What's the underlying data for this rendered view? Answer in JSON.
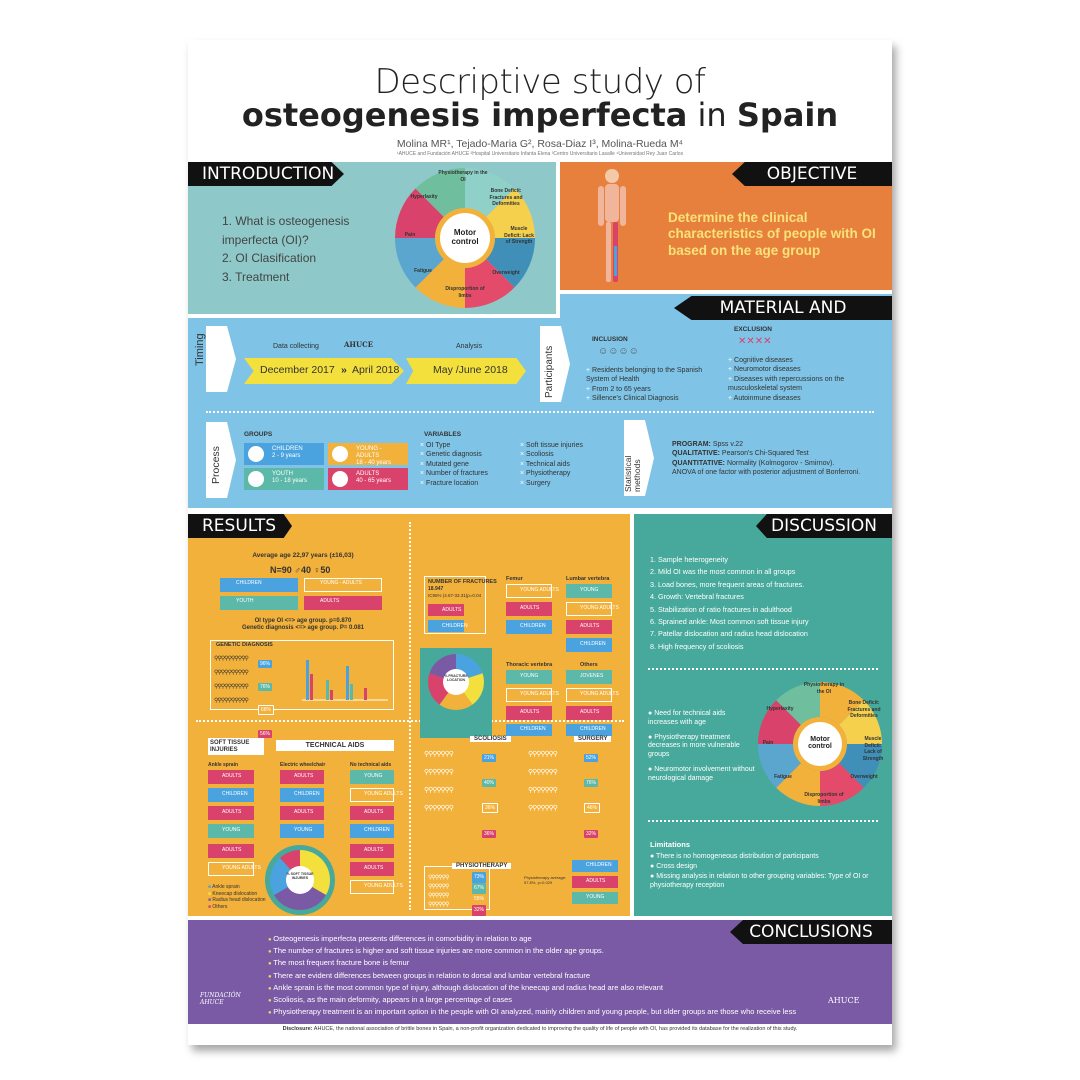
{
  "title": {
    "line1": "Descriptive study of",
    "line2_bold": "osteogenesis imperfecta",
    "line2_mid": " in ",
    "line2_end": "Spain"
  },
  "authors": "Molina MR¹, Tejado-Maria G², Rosa-Diaz I³, Molina-Rueda M⁴",
  "affiliations": "¹AHUCE and Fundación AHUCE ²Hospital Universitario Infanta Elena ³Centro Universitario Lasalle ⁴Universidad Rey Juan Carlos",
  "introduction": {
    "heading": "INTRODUCTION",
    "items": [
      "1. What is osteogenesis imperfecta (OI)?",
      "2. OI Clasification",
      "3. Treatment"
    ],
    "wheel_center": "Motor control",
    "wheel_labels": [
      "Physiotherapy in the OI",
      "Bone Deficit: Fractures and Deformities",
      "Muscle Deficit: Lack of Strength",
      "Overweight",
      "Disproportion of limbs",
      "Fatigue",
      "Pain",
      "Hyperlaxity"
    ]
  },
  "objective": {
    "heading": "OBJECTIVE",
    "text": "Determine the clinical characteristics of people with OI based on the age group"
  },
  "methods": {
    "heading": "MATERIAL AND METHODS",
    "timing_label": "Timing",
    "data_collecting": "Data collecting",
    "analysis": "Analysis",
    "period1": "December 2017",
    "period2": "April 2018",
    "period3": "May /June  2018",
    "participants_label": "Participants",
    "inclusion_title": "INCLUSION",
    "inclusion": [
      "Residents belonging to the Spanish System of Health",
      "From 2 to 65 years",
      "Sillence's Clinical Diagnosis"
    ],
    "exclusion_title": "EXCLUSION",
    "exclusion": [
      "Cognitive diseases",
      "Neuromotor diseases",
      "Diseases with repercussions on the musculoskeletal system",
      "Autoinmune diseases"
    ],
    "process_label": "Process",
    "groups_title": "GROUPS",
    "groups": [
      {
        "name": "CHILDREN",
        "range": "2 - 9 years",
        "color": "#4aa3df"
      },
      {
        "name": "YOUNG - ADULTS",
        "range": "18 - 40 years",
        "color": "#f2b13b"
      },
      {
        "name": "YOUTH",
        "range": "10 - 18 years",
        "color": "#5cb8a8"
      },
      {
        "name": "ADULTS",
        "range": "40 - 65 years",
        "color": "#d9426b"
      }
    ],
    "variables_title": "VARIABLES",
    "variables_col1": [
      "OI Type",
      "Genetic diagnosis",
      "Mutated gene",
      "Number of fractures",
      "Fracture location"
    ],
    "variables_col2": [
      "Soft tissue injuries",
      "Scoliosis",
      "Technical aids",
      "Physiotherapy",
      "Surgery"
    ],
    "stat_label": "Statistical methods",
    "program_label": "PROGRAM:",
    "program": "Spss v.22",
    "qualitative_label": "QUALITATIVE:",
    "qualitative": "Pearson's Chi-Squared Test",
    "quantitative_label": "QUANTITATIVE:",
    "quantitative": "Normality (Kolmogorov - Smirnov).",
    "anova": "ANOVA of one factor with posterior adjustment of Bonferroni."
  },
  "results": {
    "heading": "RESULTS",
    "avg_age": "Average age 22,97 years (±16,03)",
    "n_line": "N=90",
    "male": "40",
    "female": "50",
    "oi_type": "OI type OI <=> age group. p=0.870",
    "genetic": "Genetic diagnosis <=> age group. P= 0.081",
    "genetic_title": "GENETIC DIAGNOSIS",
    "genetic_pcts": [
      "96%",
      "76%",
      "68%",
      "56%"
    ],
    "fractures_title": "NUMBER OF FRACTURES",
    "fractures_value": "18.947",
    "fractures_ci": "IC95% (4.67-33.31)p=0.04",
    "femur": "Femur",
    "lumbar": "Lumbar vertebra",
    "thoracic": "Thoracic vertebra",
    "others": "Others",
    "fracture_location": "% FRACTURE LOCATION",
    "soft_title": "SOFT TISSUE INJURIES",
    "ankle": "Ankle sprain",
    "tech_title": "TECHNICAL AIDS",
    "electric": "Electric wheelchair",
    "no_tech": "No technical aids",
    "soft_pie": "% SOFT TISSUE INJURIES",
    "soft_legend": [
      "Ankle sprain",
      "Kneecap dislocation",
      "Radius head dislocation",
      "Others"
    ],
    "scoliosis_title": "SCOLIOSIS",
    "scoliosis_pcts": [
      "21%",
      "40%",
      "36%",
      "36%"
    ],
    "surgery_title": "SURGERY",
    "surgery_pcts": [
      "52%",
      "76%",
      "46%",
      "32%"
    ],
    "physio_title": "PHYSIOTHERAPY",
    "physio_pcts": [
      "73%",
      "67%",
      "55%",
      "32%"
    ],
    "physio_avg": "Physiotherapy average: 57.8%, p=0.029",
    "labels": {
      "adults": "ADULTS",
      "children": "CHILDREN",
      "young": "YOUNG",
      "young_adults": "YOUNG ADULTS",
      "jovenes": "JOVENES"
    }
  },
  "discussion": {
    "heading": "DISCUSSION",
    "items": [
      "1. Sample heterogeneity",
      "2. Mild OI was the most common in all groups",
      "3. Load bones, more frequent areas of fractures.",
      "4. Growth: Vertebral fractures",
      "5. Stabilization of ratio fractures in adulthood",
      "6. Sprained ankle: Most common soft tissue injury",
      "7. Patellar dislocation and radius head dislocation",
      "8. High frequency of scoliosis"
    ],
    "notes": [
      "Need for technical aids increases with age",
      "Physiotherapy treatment decreases in more vulnerable groups",
      "Neuromotor involvement without neurological damage"
    ],
    "limitations_title": "Limitations",
    "limitations": [
      "There is no homogeneous distribution of participants",
      "Cross design",
      "Missing analysis in relation to other grouping variables: Type of OI or physiotherapy reception"
    ]
  },
  "conclusions": {
    "heading": "CONCLUSIONS",
    "items": [
      "Osteogenesis imperfecta presents differences in comorbidity in relation to age",
      "The number of fractures is higher and soft tissue injuries are more common in the older age groups.",
      "The most frequent fracture bone is femur",
      "There are evident differences between groups in relation to dorsal and lumbar vertebral fracture",
      "Ankle sprain is the most common type of injury, although dislocation of the kneecap and radius head are also relevant",
      "Scoliosis, as the main deformity, appears in a large percentage of cases",
      "Physiotherapy treatment is an important option in the people with OI analyzed, mainly children and young people, but older groups are those who receive less"
    ],
    "logo_left": "FUNDACIÓN AHUCE",
    "logo_right": "AHUCE"
  },
  "disclosure": {
    "label": "Disclosure:",
    "text": " AHUCE, the national association of brittle bones in Spain, a non-profit organization dedicated to improving the quality of life of people with OI, has provided its database for the realization of this study."
  },
  "colors": {
    "teal": "#8ec8c8",
    "orange": "#e8803d",
    "blue": "#7fc3e6",
    "yellow": "#f2b13b",
    "green": "#47a99b",
    "purple": "#7a5aa5",
    "pink": "#d9426b"
  }
}
